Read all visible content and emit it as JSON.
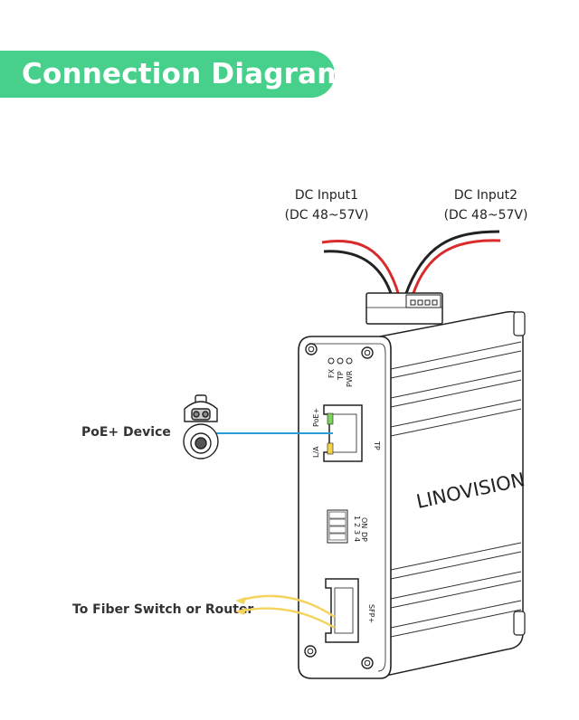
{
  "title": "Connection Diagram",
  "dc_input1": {
    "name": "DC Input1",
    "voltage": "(DC 48~57V)"
  },
  "dc_input2": {
    "name": "DC Input2",
    "voltage": "(DC 48~57V)"
  },
  "poe_device_label": "PoE+ Device",
  "fiber_label": "To Fiber Switch or Router",
  "device": {
    "brand": "LINOVISION",
    "led_labels": [
      "FX",
      "TP",
      "PWR"
    ],
    "port_left_top": "PoE+",
    "port_left_bottom": "L/A",
    "tp_port_label": "TP",
    "sfp_label": "SFP+",
    "dip_on": "ON",
    "dip_dp": "DP",
    "dip_numbers": [
      "1",
      "2",
      "3",
      "4"
    ]
  },
  "colors": {
    "banner": "#47d08b",
    "cable": "#2d9bd6",
    "fiber": "#f4d35e",
    "wire_red": "#d92b2b",
    "wire_black": "#222222",
    "led_green": "#7dd35a",
    "led_yellow": "#f2d54a"
  }
}
